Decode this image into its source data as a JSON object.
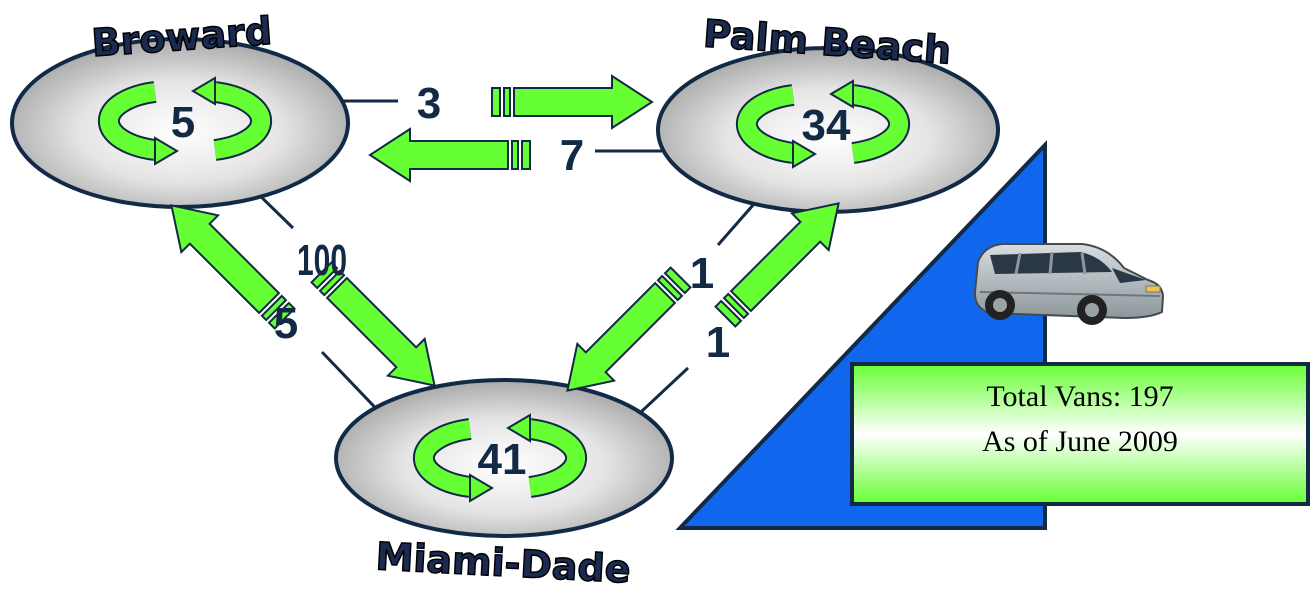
{
  "regions": {
    "broward": {
      "name": "Broward",
      "count": "5"
    },
    "palm_beach": {
      "name": "Palm Beach",
      "count": "34"
    },
    "miami_dade": {
      "name": "Miami-Dade",
      "count": "41"
    }
  },
  "flows": {
    "broward_to_palm_beach": "3",
    "palm_beach_to_broward": "7",
    "broward_to_miami_dade": "100",
    "miami_dade_to_broward": "5",
    "palm_beach_to_miami_dade": "1",
    "miami_dade_to_palm_beach": "1"
  },
  "summary": {
    "line1": "Total Vans: 197",
    "line2": "As of June 2009"
  },
  "colors": {
    "arrow_green": "#66ff33",
    "ellipse_gray": "#c8c8c8",
    "triangle_blue": "#1166ee",
    "outline_navy": "#132a47"
  }
}
